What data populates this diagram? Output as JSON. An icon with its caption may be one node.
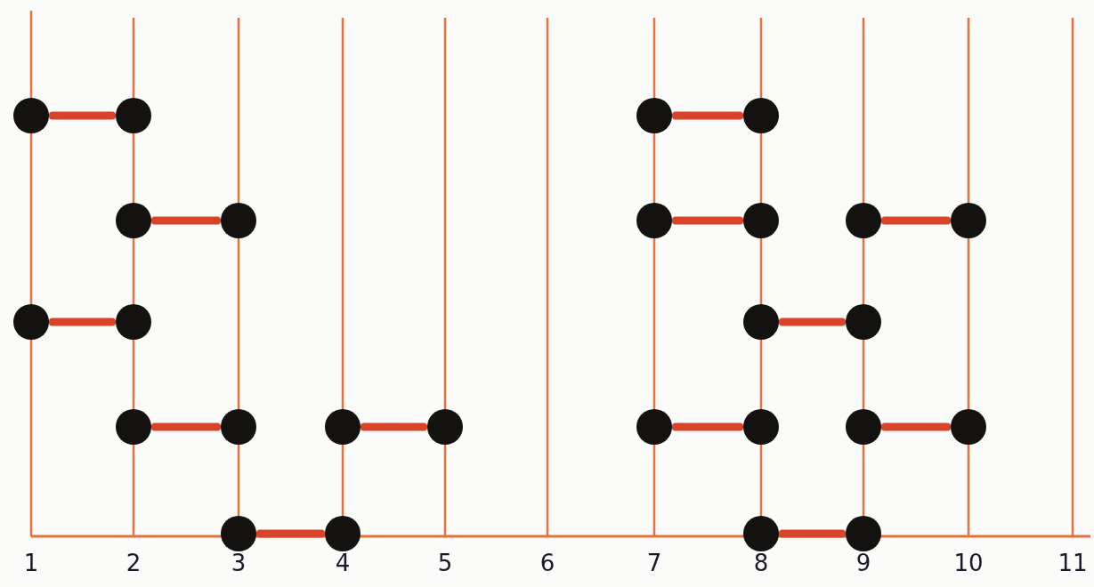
{
  "diagram": {
    "nodes": [
      {
        "text": [],
        "shape": "circle"
      },
      {
        "text": [],
        "shape": "circle"
      },
      {
        "text": [],
        "shape": "circle"
      },
      {
        "text": [],
        "shape": "circle"
      },
      {
        "text": [],
        "shape": "circle"
      },
      {
        "text": [],
        "shape": "circle"
      },
      {
        "text": [],
        "shape": "circle"
      },
      {
        "text": [],
        "shape": "circle"
      },
      {
        "text": [],
        "shape": "circle"
      },
      {
        "text": [],
        "shape": "circle"
      },
      {
        "text": [],
        "shape": "circle"
      },
      {
        "text": [],
        "shape": "circle"
      },
      {
        "text": [],
        "shape": "circle"
      },
      {
        "text": [],
        "shape": "circle"
      },
      {
        "text": [],
        "shape": "circle"
      },
      {
        "text": [],
        "shape": "circle"
      },
      {
        "text": [],
        "shape": "circle"
      },
      {
        "text": [],
        "shape": "circle"
      },
      {
        "text": [],
        "shape": "circle"
      },
      {
        "text": [],
        "shape": "circle"
      },
      {
        "text": [],
        "shape": "circle"
      },
      {
        "text": [],
        "shape": "circle"
      },
      {
        "text": [],
        "shape": "circle"
      },
      {
        "text": [],
        "shape": "circle"
      },
      {
        "text": [],
        "shape": "circle"
      },
      {
        "text": [],
        "shape": "circle"
      }
    ],
    "edges": [
      {
        "from": 0,
        "to": 1,
        "arrow": "none"
      },
      {
        "from": 2,
        "to": 3,
        "arrow": "none"
      },
      {
        "from": 4,
        "to": 5,
        "arrow": "none"
      },
      {
        "from": 6,
        "to": 7,
        "arrow": "none"
      },
      {
        "from": 8,
        "to": 9,
        "arrow": "none"
      },
      {
        "from": 10,
        "to": 11,
        "arrow": "none"
      },
      {
        "from": 12,
        "to": 13,
        "arrow": "none"
      },
      {
        "from": 14,
        "to": 15,
        "arrow": "none"
      },
      {
        "from": 16,
        "to": 17,
        "arrow": "none"
      },
      {
        "from": 18,
        "to": 19,
        "arrow": "none"
      },
      {
        "from": 20,
        "to": 21,
        "arrow": "none"
      },
      {
        "from": 22,
        "to": 23,
        "arrow": "none"
      },
      {
        "from": 24,
        "to": 25,
        "arrow": "none"
      }
    ],
    "labels": [
      "1",
      "2",
      "3",
      "4",
      "5",
      "6",
      "7",
      "8",
      "9",
      "10",
      "11"
    ]
  }
}
